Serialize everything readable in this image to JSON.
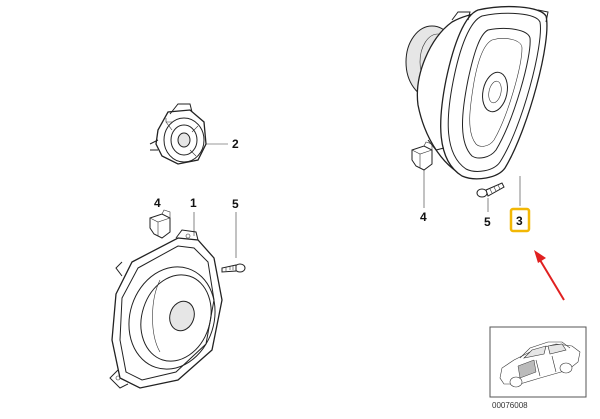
{
  "callouts": {
    "part_1": "1",
    "part_2": "2",
    "part_3": "3",
    "part_4_left": "4",
    "part_5_left": "5",
    "part_4_right": "4",
    "part_5_right": "5"
  },
  "highlight": {
    "box_color": "#f2b705",
    "arrow_color": "#e02020"
  },
  "inset": {
    "reference_code": "00076008"
  },
  "icons": {
    "main_speaker": "oval-speaker-icon",
    "small_speaker": "round-speaker-icon",
    "tweeter": "tweeter-icon",
    "clip": "clip-nut-icon",
    "screw": "screw-icon",
    "car": "car-thumbnail-icon"
  }
}
